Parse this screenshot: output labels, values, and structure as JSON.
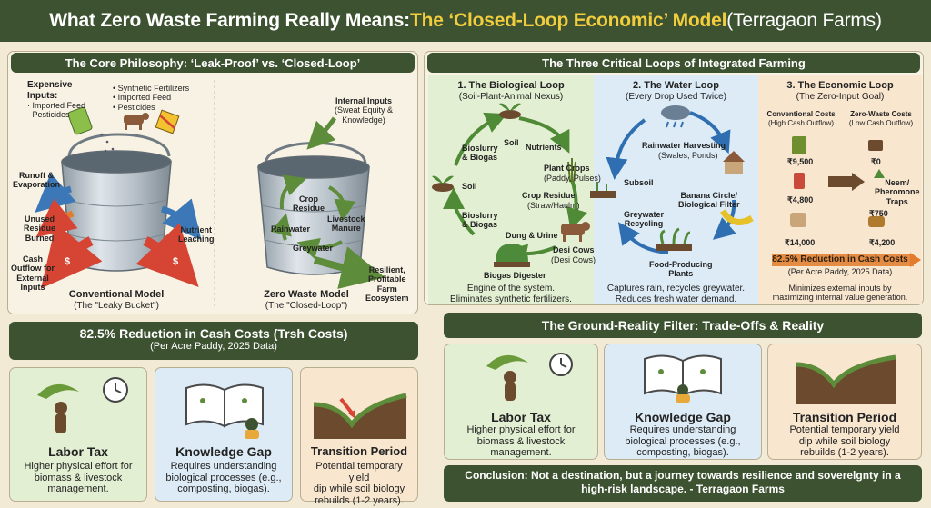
{
  "title": {
    "part1": "What Zero Waste Farming Really Means: ",
    "part2": "The ‘Closed-Loop Economic’ Model",
    "part3": " (Terragaon Farms)"
  },
  "core": {
    "header": "The Core Philosophy: ‘Leak-Proof’ vs. ‘Closed-Loop’",
    "expensive_inputs": [
      "Expensive",
      "Inputs:",
      "· Imported Feed",
      "· Pesticides"
    ],
    "input_list": [
      "• Synthetic Fertilizers",
      "• Imported Feed",
      "• Pesticides"
    ],
    "runoff": [
      "Runoff &",
      "Evaporation"
    ],
    "unused": [
      "Unused",
      "Residue",
      "Burned"
    ],
    "cash_outflow": [
      "Cash",
      "Outflow for",
      "External",
      "Inputs"
    ],
    "nutrient": [
      "Nutrient",
      "Leaching"
    ],
    "conv_title": "Conventional Model",
    "conv_sub": "(The \"Leaky Bucket\")",
    "internal": [
      "Internal Inputs",
      "(Sweat Equity &",
      "Knowledge)"
    ],
    "crop_residue": [
      "Crop",
      "Residue"
    ],
    "livestock": [
      "Livestock",
      "Manure"
    ],
    "rainwater": "Rainwater",
    "greywater": "Greywater",
    "resilient": [
      "Resilient,",
      "Profitable",
      "Farm",
      "Ecosystem"
    ],
    "zw_title": "Zero Waste Model",
    "zw_sub": "(The \"Closed-Loop\")"
  },
  "loops": {
    "header": "The Three Critical Loops of Integrated Farming",
    "bio": {
      "title": "1. The Biological Loop",
      "sub": "(Soil-Plant-Animal Nexus)",
      "soil_top": "Soil",
      "nutrients": "Nutrients",
      "plant_crops": "Plant Crops",
      "plant_sub": "(Paddy, Pulses)",
      "crop_residue": "Crop Residue",
      "crop_sub": "(Straw/Haulm)",
      "biosl1": [
        "Bioslurry",
        "& Biogas"
      ],
      "soil_left": "Soil",
      "biosl2": [
        "Bioslurry",
        "& Biogas"
      ],
      "dung": "Dung & Urine",
      "cows": "Desi Cows",
      "cows_sub": "(Desi Cows)",
      "digester": "Biogas Digester",
      "desc": [
        "Engine of the system.",
        "Eliminates synthetic fertilizers."
      ]
    },
    "water": {
      "title": "2. The Water Loop",
      "sub": "(Every Drop Used Twice)",
      "harvest": "Rainwater Harvesting",
      "harvest_sub": "(Swales, Ponds)",
      "subsoil": "Subsoil",
      "banana": [
        "Banana Circle/",
        "Biological Filter"
      ],
      "greywater": [
        "Greywater",
        "Recycling"
      ],
      "food": [
        "Food-Producing",
        "Plants"
      ],
      "desc": [
        "Captures rain, recycles greywater.",
        "Reduces fresh water demand."
      ]
    },
    "econ": {
      "title": "3. The Economic Loop",
      "sub": "(The Zero-Input Goal)",
      "conv_h": "Conventional Costs",
      "conv_hs": "(High Cash Outflow)",
      "zw_h": "Zero-Waste Costs",
      "zw_hs": "(Low Cash Outflow)",
      "conv_vals": [
        "₹9,500",
        "₹4,800",
        "₹14,000"
      ],
      "zw_vals": [
        "₹0",
        "₹750",
        "₹4,200"
      ],
      "neem": [
        "Neem/",
        "Pheromone",
        "Traps"
      ],
      "reduction": "82.5% Reduction in Cash Costs",
      "per_acre": "(Per Acre Paddy, 2025 Data)",
      "desc": [
        "Minimizes external inputs by",
        "maximizing internal value generation."
      ]
    }
  },
  "red": {
    "title": "82.5% Reduction in Cash Costs (Trsh Costs)",
    "sub": "(Per Acre Paddy, 2025 Data)"
  },
  "left_cards": [
    {
      "title": "Labor Tax",
      "desc": [
        "Higher physical effort for",
        "biomass & livestock",
        "management."
      ]
    },
    {
      "title": "Knowledge Gap",
      "desc": [
        "Requires understanding",
        "biological processes (e.g.,",
        "composting, biogas)."
      ]
    },
    {
      "title": "Transition Period",
      "desc": [
        "Potential temporary yield",
        "dip while soil biology",
        "rebuilds (1-2 years)."
      ]
    }
  ],
  "ground": {
    "header": "The Ground-Reality Filter: Trade-Offs & Reality",
    "cards": [
      {
        "title": "Labor Tax",
        "desc": [
          "Higher physical effort for",
          "biomass & livestock",
          "management."
        ]
      },
      {
        "title": "Knowledge Gap",
        "desc": [
          "Requires understanding",
          "biological processes (e.g.,",
          "composting, biogas)."
        ]
      },
      {
        "title": "Transition Period",
        "desc": [
          "Potential temporary yield",
          "dip while soil biology",
          "rebuilds (1-2 years)."
        ]
      }
    ]
  },
  "conclusion": [
    "Conclusion: Not a destination, but a journey towards resilience and soverelgnty in a",
    "high-risk landscape. - Terragaon Farms"
  ],
  "colors": {
    "dark_green": "#3d5230",
    "gold": "#f2cd3e",
    "bio_bg": "#e3efd2",
    "water_bg": "#dcebf6",
    "econ_bg": "#f8e6cf",
    "red_arrow": "#d64534",
    "green_arrow": "#5d8c3a"
  },
  "icons": [
    "bucket-icon",
    "cow-icon",
    "fertilizer-bag-icon",
    "seedling-icon",
    "cloud-rain-icon",
    "house-icon",
    "banana-icon",
    "neem-icon",
    "biogas-digester-icon",
    "farmer-biomass-icon",
    "clock-icon",
    "open-book-icon",
    "yield-dip-icon"
  ]
}
